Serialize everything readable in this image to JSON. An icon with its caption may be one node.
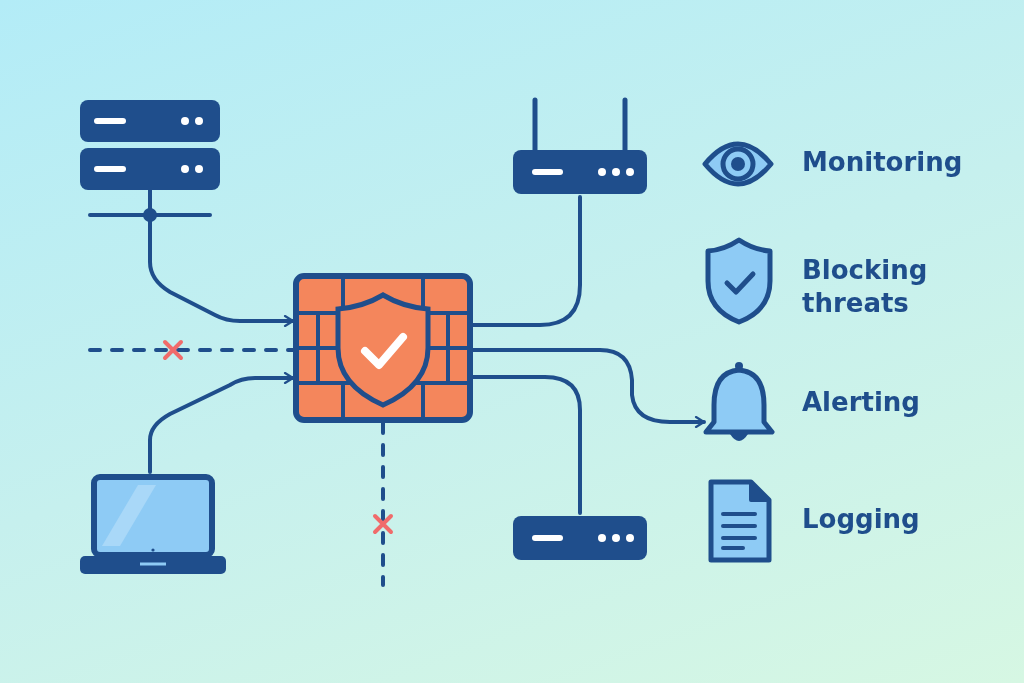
{
  "diagram": {
    "nodes": [
      {
        "text": [],
        "shape": "picture"
      },
      {
        "text": [],
        "shape": "picture"
      },
      {
        "text": [],
        "shape": "picture"
      },
      {
        "text": [],
        "shape": "picture"
      },
      {
        "text": [],
        "shape": "picture"
      },
      {
        "text": [],
        "shape": "picture",
        "beside": [
          "Alerting"
        ]
      }
    ],
    "edges": [
      {
        "from": 0,
        "to": 2,
        "arrow": "to"
      },
      {
        "from": 1,
        "to": 2,
        "arrow": "to"
      },
      {
        "from": null,
        "to": 2,
        "arrow": "none",
        "style": "dashed"
      },
      {
        "from": 2,
        "to": 3,
        "arrow": "none"
      },
      {
        "from": 2,
        "to": 5,
        "arrow": "to"
      },
      {
        "from": 2,
        "to": 4,
        "arrow": "none"
      },
      {
        "from": 2,
        "to": null,
        "arrow": "none",
        "style": "dashed"
      }
    ],
    "labels": [
      "Monitoring",
      "Blocking threats",
      "Logging"
    ]
  }
}
